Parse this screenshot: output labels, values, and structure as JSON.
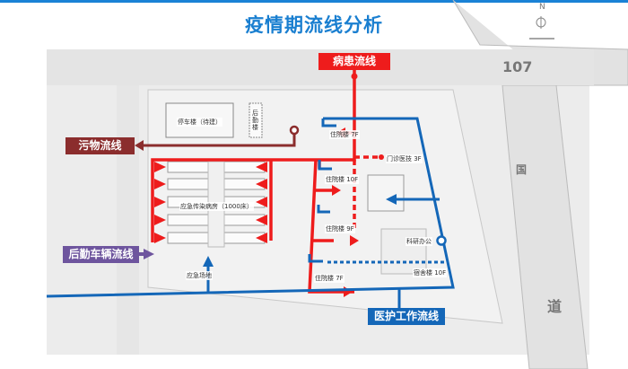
{
  "title": "疫情期流线分析",
  "legend": {
    "patient_flow": "病患流线",
    "waste_flow": "污物流线",
    "logistics_flow": "后勤车辆流线",
    "medical_staff_flow": "医护工作流线"
  },
  "buildings": {
    "parking": "停车楼（待建）",
    "logistics_building": "后勤楼",
    "emergency_ward": "应急传染病房（1000床）",
    "emergency_site": "应急场地",
    "inpatient_1": "住院楼 7F",
    "inpatient_2": "住院楼 10F",
    "inpatient_3": "住院楼 9F",
    "inpatient_4": "住院楼 7F",
    "outpatient": "门诊医技 3F",
    "research_office": "科研办公",
    "dormitory": "宿舍楼 10F"
  },
  "roads": {
    "route": "107",
    "guo": "国",
    "dao": "道"
  },
  "compass": {
    "north": "N"
  },
  "colors": {
    "patient": "#ee1c1c",
    "waste": "#8b2d2d",
    "logistics": "#6e559e",
    "staff": "#1467b8",
    "title": "#1a7fd0"
  }
}
